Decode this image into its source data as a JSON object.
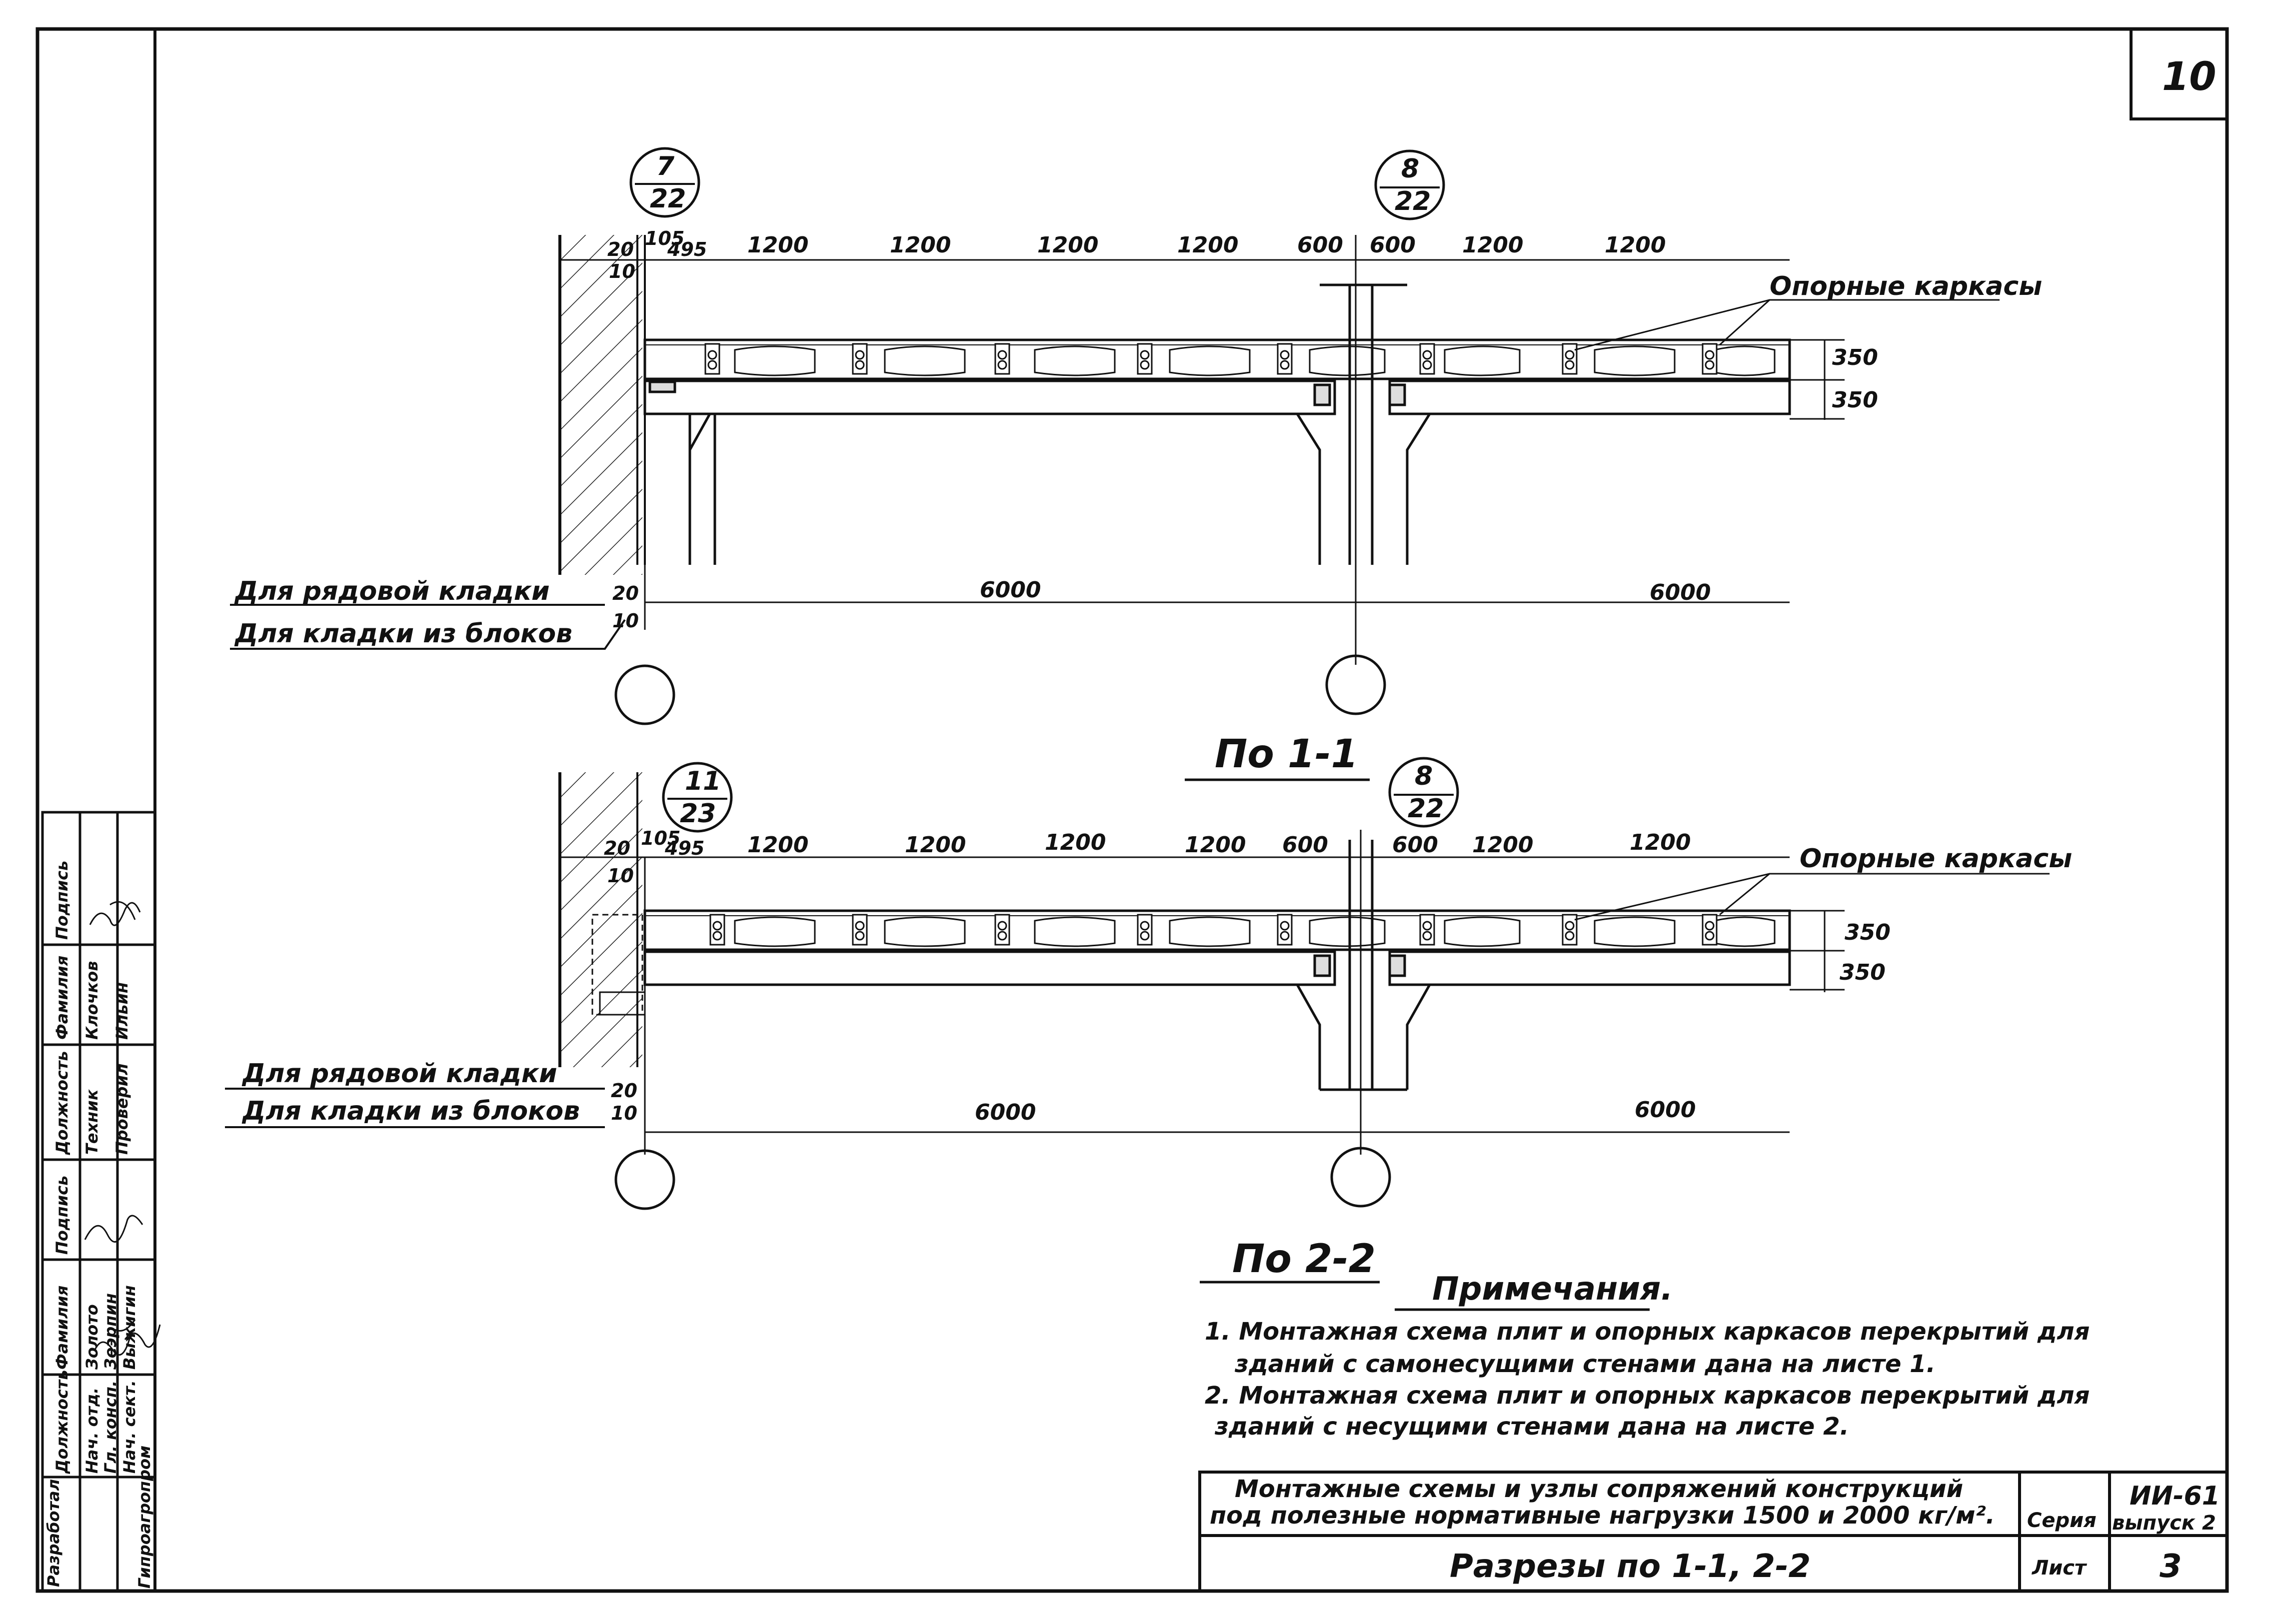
{
  "sheet": {
    "number": "10"
  },
  "section_1": {
    "callout_left": {
      "top": "7",
      "bottom": "22"
    },
    "callout_right": {
      "top": "8",
      "bottom": "22"
    },
    "dims_top": [
      "20",
      "105",
      "495",
      "1200",
      "1200",
      "1200",
      "1200",
      "600",
      "600",
      "1200",
      "1200"
    ],
    "dim_10": "10",
    "heights": [
      "350",
      "350"
    ],
    "label_frames": "Опорные каркасы",
    "label_row_masonry": "Для рядовой кладки",
    "label_block_masonry": "Для кладки из блоков",
    "offset_20": "20",
    "offset_10": "10",
    "span_left": "6000",
    "span_right": "6000",
    "caption": "По 1-1"
  },
  "section_2": {
    "callout_left": {
      "top": "11",
      "bottom": "23"
    },
    "callout_right": {
      "top": "8",
      "bottom": "22"
    },
    "dims_top": [
      "20",
      "105",
      "495",
      "1200",
      "1200",
      "1200",
      "1200",
      "600",
      "600",
      "1200",
      "1200"
    ],
    "dim_10": "10",
    "heights": [
      "350",
      "350"
    ],
    "label_frames": "Опорные каркасы",
    "label_row_masonry": "Для рядовой кладки",
    "label_block_masonry": "Для кладки из блоков",
    "offset_20": "20",
    "offset_10": "10",
    "span_left": "6000",
    "span_right": "6000",
    "caption": "По 2-2"
  },
  "notes": {
    "title": "Примечания.",
    "items": [
      "1.  Монтажная схема плит и опорных каркасов перекрытий для",
      "зданий с самонесущими стенами дана на листе 1.",
      "2.  Монтажная схема плит и опорных каркасов перекрытий для",
      "зданий с несущими стенами дана на листе 2."
    ]
  },
  "title_block": {
    "description_line1": "Монтажные схемы и узлы сопряжений конструкций",
    "description_line2": "под полезные нормативные нагрузки 1500 и 2000 кг/м².",
    "series_label": "Серия",
    "series_value": "ИИ-61",
    "issue_value": "выпуск 2",
    "drawing_title": "Разрезы по 1-1, 2-2",
    "sheet_label": "Лист",
    "sheet_value": "3"
  },
  "side_stamp": {
    "headers": [
      "Должность",
      "Фамилия",
      "Подпись",
      "Должность",
      "Фамилия",
      "Подпись"
    ],
    "group_developed": "Разработал",
    "group_standard": "Гипроагропром",
    "rows_left": [
      [
        "Нач. отд.",
        "Золото"
      ],
      [
        "Гл. консп.",
        "Зеэрпин"
      ],
      [
        "Нач. сект.",
        "Выжигин"
      ]
    ],
    "rows_right": [
      [
        "Техник",
        "Клочков"
      ],
      [
        "Проверил",
        "Ильин"
      ]
    ]
  }
}
